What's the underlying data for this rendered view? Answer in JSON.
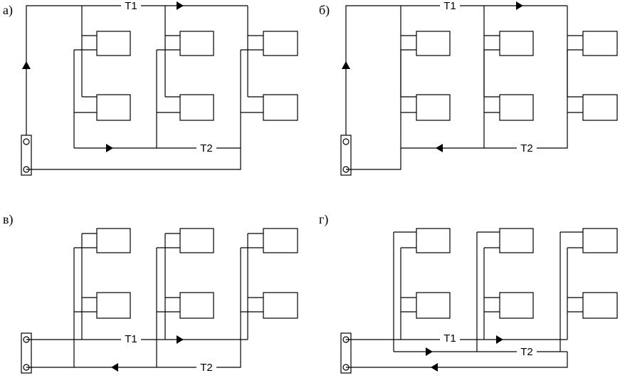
{
  "panels": [
    {
      "id": "a",
      "label": "а)",
      "supply_label": "T1",
      "return_label": "T2"
    },
    {
      "id": "b",
      "label": "б)",
      "supply_label": "T1",
      "return_label": "T2"
    },
    {
      "id": "v",
      "label": "в)",
      "supply_label": "T1",
      "return_label": "T2"
    },
    {
      "id": "g",
      "label": "г)",
      "supply_label": "T1",
      "return_label": "T2"
    }
  ],
  "colors": {
    "line": "#000000",
    "background": "#ffffff"
  }
}
